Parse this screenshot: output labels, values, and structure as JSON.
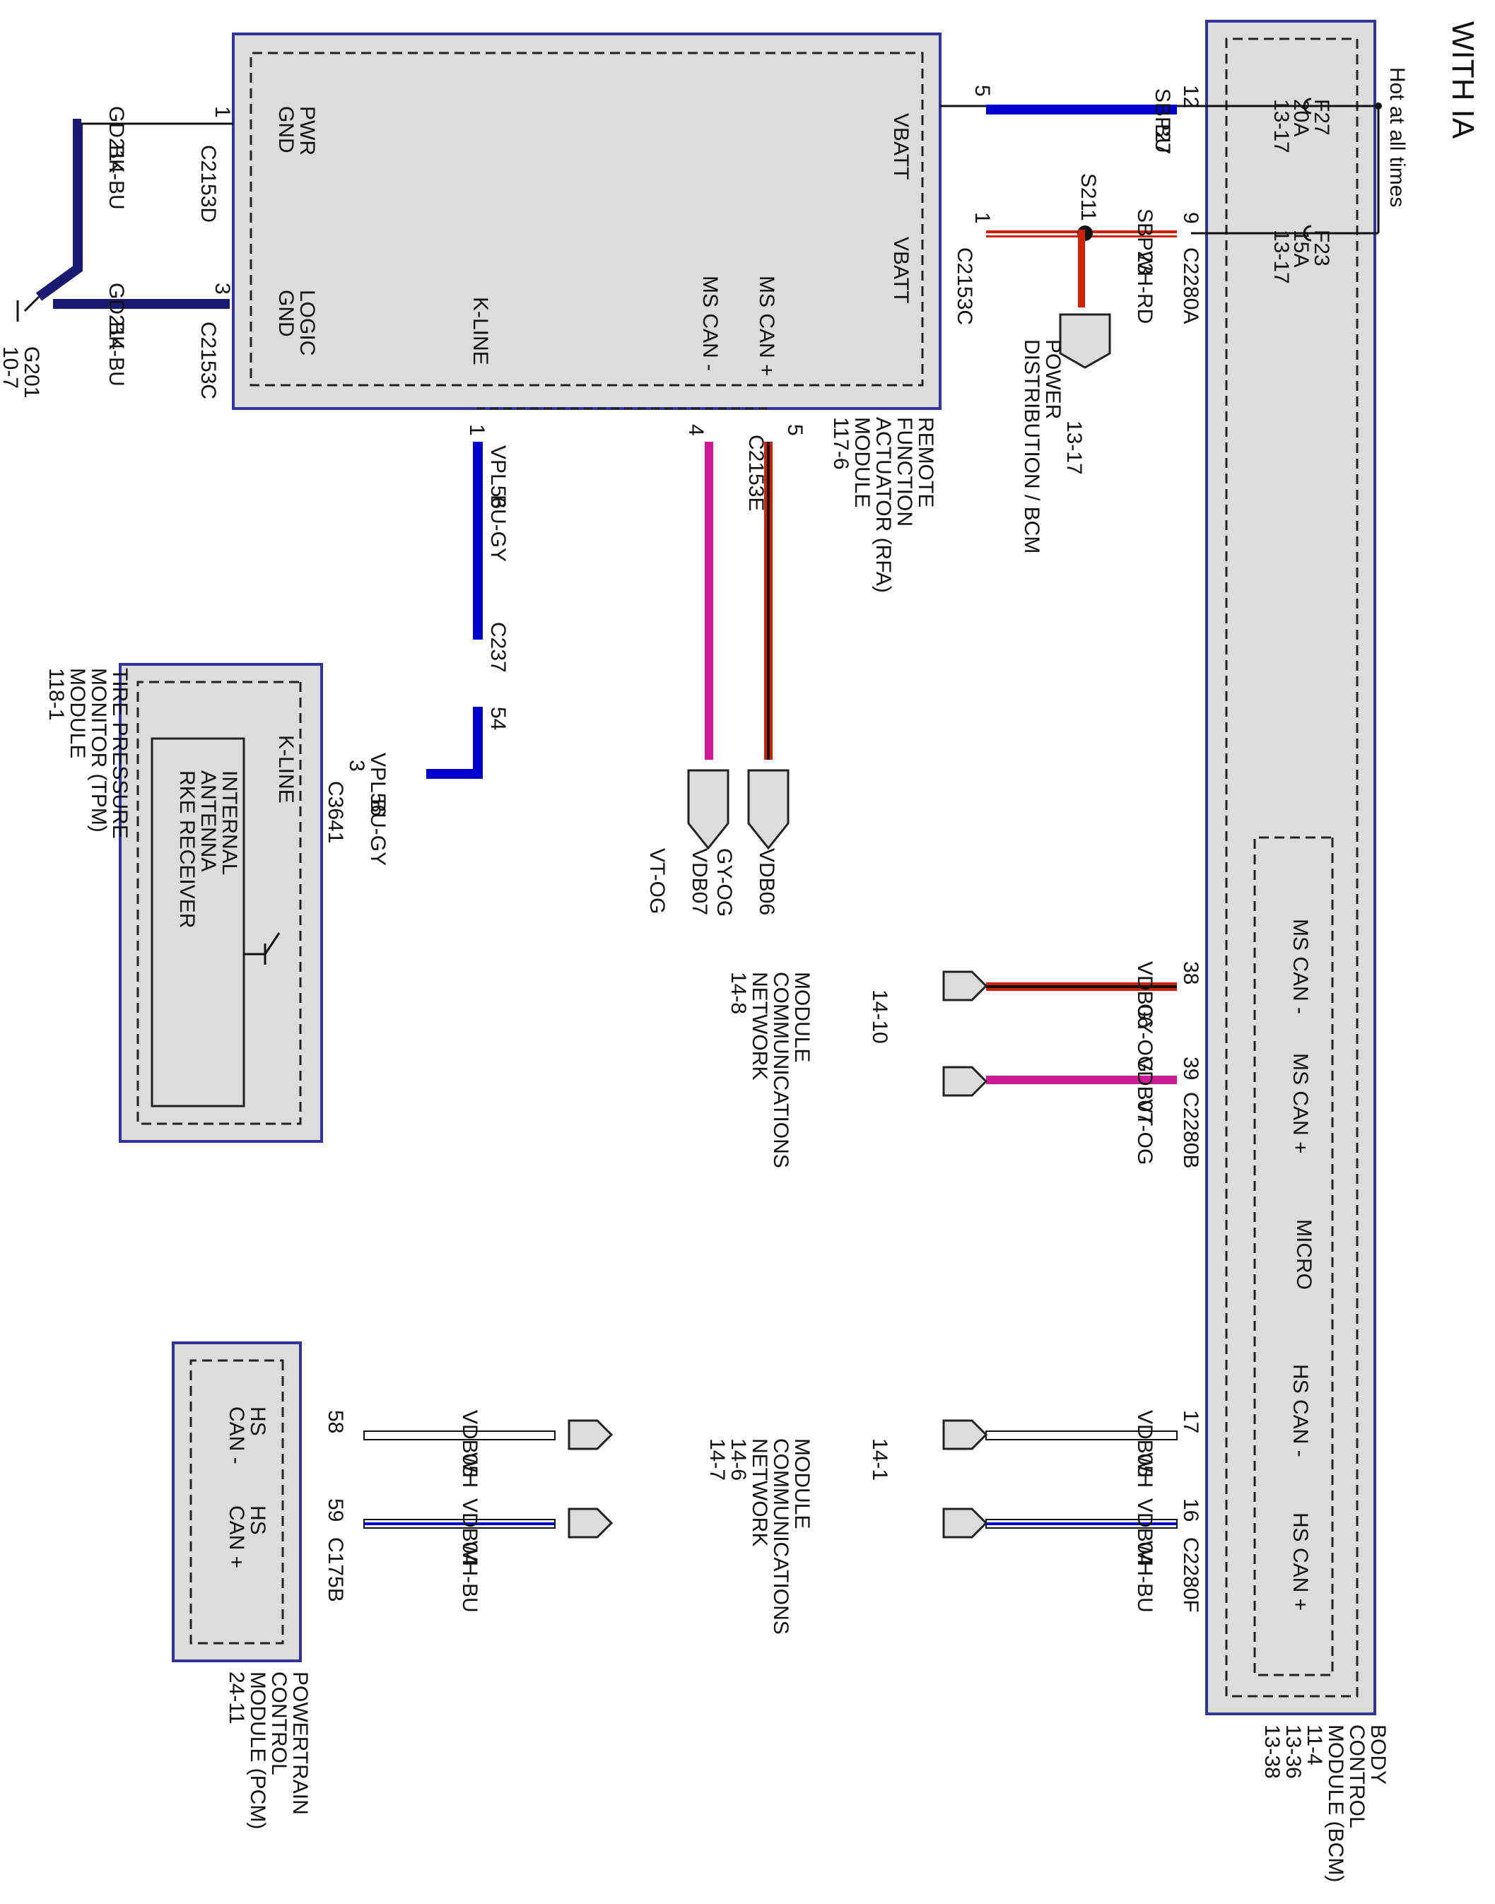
{
  "title": "WITH IA",
  "hot_label": "Hot at all times",
  "fuses": [
    {
      "id": "F27",
      "rating": "20A",
      "ref": "13-17"
    },
    {
      "id": "F23",
      "rating": "15A",
      "ref": "13-17"
    }
  ],
  "bcm": {
    "name": [
      "BODY",
      "CONTROL",
      "MODULE (BCM)",
      "11-4",
      "13-36",
      "13-38"
    ],
    "micro": "MICRO",
    "pins": [
      "MS CAN -",
      "MS CAN +",
      "HS CAN -",
      "HS CAN +"
    ]
  },
  "rfa": {
    "name": [
      "REMOTE",
      "FUNCTION",
      "ACTUATOR (RFA)",
      "MODULE",
      "117-6"
    ],
    "pins": {
      "pwr_gnd": [
        "PWR",
        "GND"
      ],
      "logic_gnd": [
        "LOGIC",
        "GND"
      ],
      "vbatt1": "VBATT",
      "vbatt2": "VBATT",
      "kline": "K-LINE",
      "ms_can_minus": "MS CAN -",
      "ms_can_plus": "MS CAN +"
    }
  },
  "tpm": {
    "name": [
      "TIRE PRESSURE",
      "MONITOR (TPM)",
      "MODULE",
      "118-1"
    ],
    "pin": "K-LINE",
    "receiver": [
      "INTERNAL",
      "ANTENNA",
      "RKE RECEIVER"
    ]
  },
  "pcm": {
    "name": [
      "POWERTRAIN",
      "CONTROL",
      "MODULE (PCM)",
      "24-11"
    ],
    "pins": [
      [
        "HS",
        "CAN -"
      ],
      [
        "HS",
        "CAN +"
      ]
    ]
  },
  "power_distribution": [
    "POWER",
    "DISTRIBUTION / BCM",
    "13-17"
  ],
  "splice": "S211",
  "ground": {
    "id": "G201",
    "ref": "10-7"
  },
  "network_refs": {
    "ms_upper": [
      "MODULE",
      "COMMUNICATIONS",
      "NETWORK",
      "14-8"
    ],
    "ms_bcm": "14-10",
    "hs_bcm": "14-1",
    "hs_pcm": [
      "MODULE",
      "COMMUNICATIONS",
      "NETWORK",
      "14-6",
      "14-7"
    ]
  },
  "connectors": {
    "c2153d": "C2153D",
    "c2153c_gnd": "C2153C",
    "c2153c_vbatt": "C2153C",
    "c2280a": "C2280A",
    "c2153e": "C2153E",
    "c237": "C237",
    "c3641": "C3641",
    "c2280b": "C2280B",
    "c2280f": "C2280F",
    "c175b": "C175B"
  },
  "pin_numbers": {
    "gd214_top": "1",
    "gd214_bot": "3",
    "sbp27_rfa": "5",
    "sbp27_bcm": "12",
    "sbp23_rfa": "1",
    "sbp23_bcm": "9",
    "kline_rfa": "1",
    "ms_minus_rfa": "4",
    "ms_plus_rfa": "5",
    "c237_pin": "54",
    "tpm_pin": "3",
    "bcm_38": "38",
    "bcm_39": "39",
    "bcm_17": "17",
    "bcm_16": "16",
    "pcm_58": "58",
    "pcm_59": "59"
  },
  "wires": {
    "gd214": {
      "circuit": "GD214",
      "color": "BK-BU"
    },
    "sbp27": {
      "circuit": "SBP27",
      "color": "BU"
    },
    "sbp23": {
      "circuit": "SBP23",
      "color": "WH-RD"
    },
    "vpl56": {
      "circuit": "VPL56",
      "color": "BU-GY"
    },
    "vdb06": {
      "circuit": "VDB06",
      "color": "GY-OG"
    },
    "vdb07": {
      "circuit": "VDB07",
      "color": "VT-OG"
    },
    "vdb05": {
      "circuit": "VDB05",
      "color": "WH"
    },
    "vdb04": {
      "circuit": "VDB04",
      "color": "WH-BU"
    }
  },
  "colors": {
    "blue": "#0000cc",
    "navy": "#1a1a70",
    "magenta": "#cc1a99",
    "red": "#cc2200",
    "box_border": "#333399",
    "box_fill": "#dcdcdc"
  }
}
